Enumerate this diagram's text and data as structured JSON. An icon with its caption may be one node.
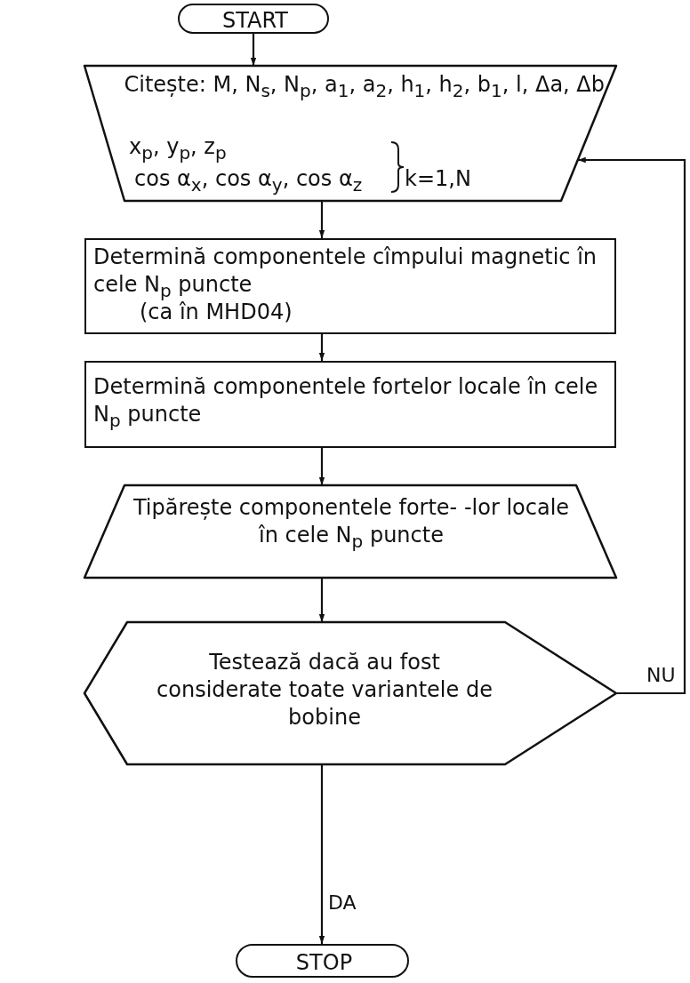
{
  "diagram": {
    "nodes": [
      {
        "text": [
          "START"
        ]
      },
      {
        "text": [
          "Citește: M, N$_{s}$, N$_{p}$, a$_{1}$, a$_{2}$, h$_{1}$, h$_{2}$, b$_{1}$, l, Δa, Δb",
          "x$_{p}$, y$_{p}$, z$_{p}$",
          "cos α$_{x}$, cos α$_{y}$, cos α$_{z}$",
          "k=1,N"
        ]
      },
      {
        "text": [
          "Determină componentele cîmpului magnetic în cele N$_{p}$ puncte",
          "(ca în MHD04)"
        ]
      },
      {
        "text": [
          "Determină componentele fortelor locale în cele N$_{p}$ puncte"
        ]
      },
      {
        "text": [
          "Tipărește componentele forte- -lor locale în cele N$_{p}$ puncte"
        ]
      },
      {
        "text": [
          "Testează dacă au fost considerate toate variantele de bobine"
        ]
      },
      {
        "text": [
          "STOP"
        ]
      }
    ],
    "edges": [
      {
        "from": 0,
        "to": 1,
        "arrow": "to"
      },
      {
        "from": 1,
        "to": 2,
        "arrow": "to"
      },
      {
        "from": 2,
        "to": 3,
        "arrow": "to"
      },
      {
        "from": 3,
        "to": 4,
        "arrow": "to"
      },
      {
        "from": 4,
        "to": 5,
        "arrow": "to"
      },
      {
        "from": 5,
        "to": 6,
        "label": "DA",
        "arrow": "to"
      },
      {
        "from": 5,
        "to": 1,
        "label": "NU",
        "arrow": "to"
      }
    ]
  }
}
